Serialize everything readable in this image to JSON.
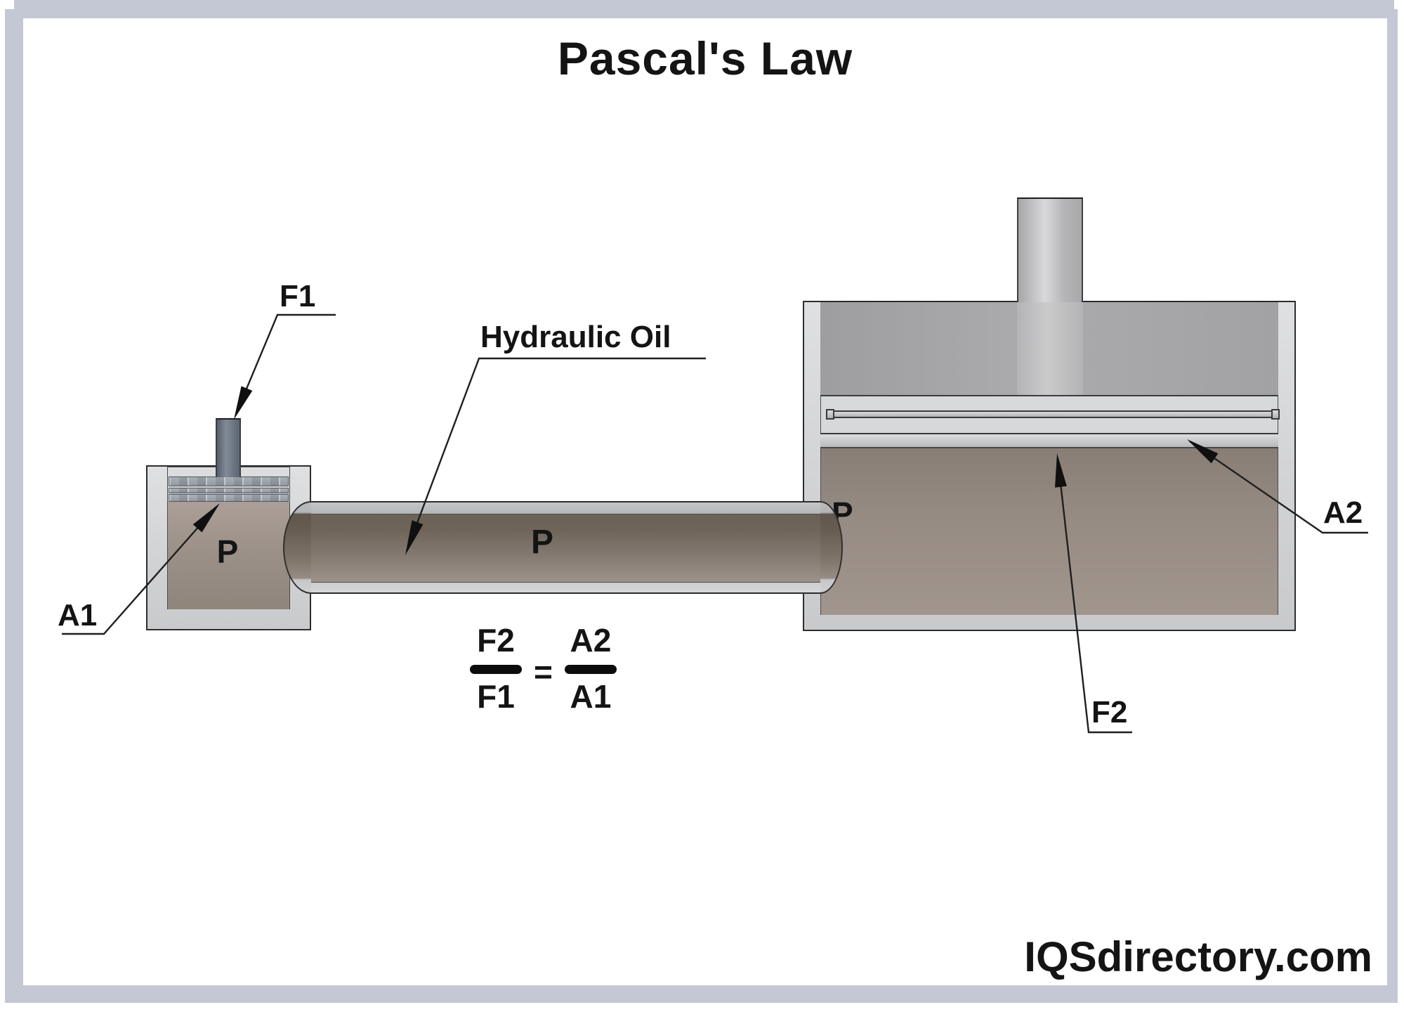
{
  "title": "Pascal's Law",
  "watermark": "IQSdirectory.com",
  "callouts": {
    "f1": {
      "label": "F1"
    },
    "a1": {
      "label": "A1"
    },
    "hydraulic_oil": {
      "label": "Hydraulic Oil"
    },
    "f2": {
      "label": "F2"
    },
    "a2": {
      "label": "A2"
    }
  },
  "pressure_labels": {
    "left_cylinder": "P",
    "pipe": "P",
    "right_cylinder": "P"
  },
  "formula": {
    "numerator_left": "F2",
    "denominator_left": "F1",
    "equals_sign": "=",
    "numerator_right": "A2",
    "denominator_right": "A1"
  },
  "colors": {
    "frame_border": "#c3c8d4",
    "canvas": "#ffffff",
    "outline": "#2d2d2d",
    "text": "#141414",
    "cylinder_wall": "#d2d3d5",
    "piston_block_gray": "#a5a5a7",
    "piston_ring_gray": "#9aa0a8",
    "small_rod_gray": "#6b7480",
    "large_rod_gray": "#c6c6c8",
    "oil_dark": "#6b6156",
    "oil_light": "#9c9289",
    "chamber_brown": "#9a9087"
  }
}
